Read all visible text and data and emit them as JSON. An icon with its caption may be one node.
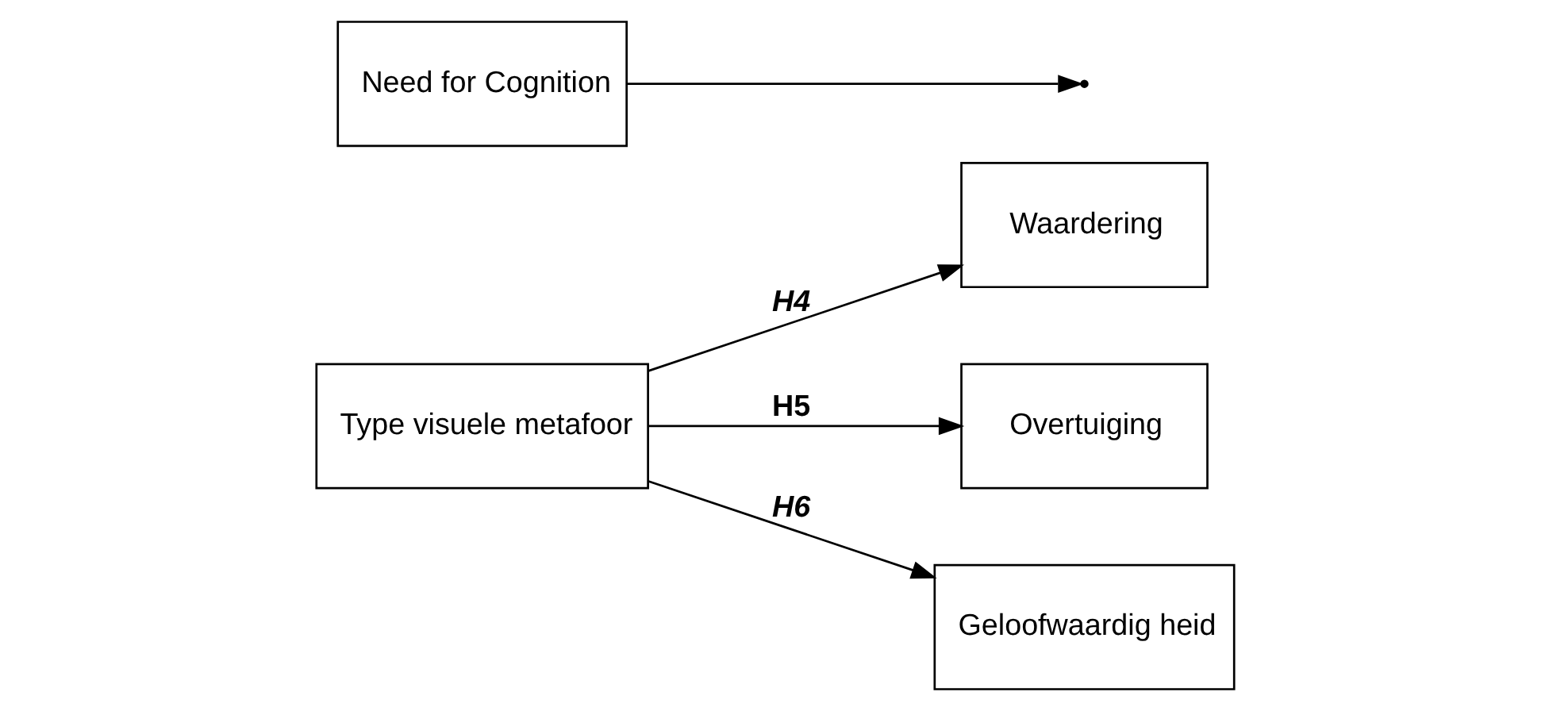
{
  "diagram": {
    "nodes": [
      {
        "text": [
          "Type visuele metafoor"
        ]
      },
      {
        "text": [
          "Waardering"
        ]
      },
      {
        "text": [
          "Overtuiging"
        ]
      },
      {
        "text": [
          "Geloofwaardig heid"
        ]
      },
      {
        "text": [
          "Need for Cognition"
        ]
      }
    ],
    "edges": [
      {
        "from": 0,
        "to": 1,
        "arrow": "to",
        "label": "H4"
      },
      {
        "from": 0,
        "to": 2,
        "arrow": "to",
        "label": "H5"
      },
      {
        "from": 0,
        "to": 3,
        "arrow": "to",
        "label": "H6"
      },
      {
        "from": 4,
        "to": null,
        "arrow": "to"
      }
    ]
  }
}
